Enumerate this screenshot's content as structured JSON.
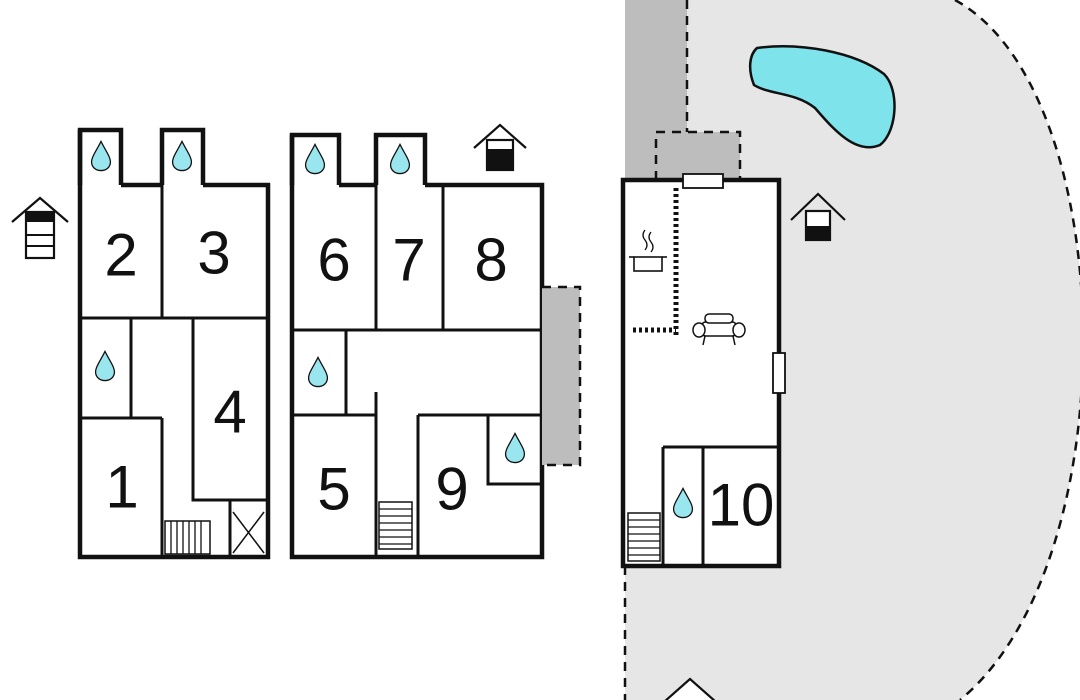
{
  "colors": {
    "background": "#ffffff",
    "walls": "#111111",
    "outdoor_area": "#e6e6e6",
    "path_area": "#bdbdbd",
    "pool": "#7fe3ec",
    "water_drop": "#9ae6ef"
  },
  "rooms": [
    {
      "label": "1"
    },
    {
      "label": "2"
    },
    {
      "label": "3"
    },
    {
      "label": "4"
    },
    {
      "label": "5"
    },
    {
      "label": "6"
    },
    {
      "label": "7"
    },
    {
      "label": "8"
    },
    {
      "label": "9"
    },
    {
      "label": "10"
    }
  ],
  "icons": {
    "bathroom": "water-drop-icon",
    "floor_level": "house-level-icon",
    "stairs": "staircase-icon",
    "kitchen": "stove-pot-icon",
    "living": "sofa-icon",
    "pool": "pool-icon"
  }
}
